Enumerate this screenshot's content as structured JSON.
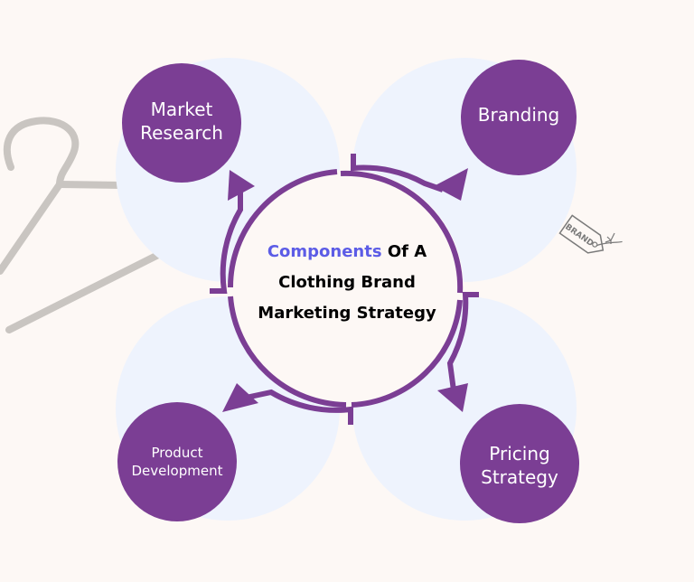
{
  "colors": {
    "background": "#fdf8f5",
    "quadrant_fill": "#eef3fd",
    "node_fill": "#7b3e94",
    "ring_stroke": "#7b3e94",
    "title_accent": "#5c5ce6",
    "title_text": "#000000",
    "decor_stroke": "#c9c5c1"
  },
  "title": {
    "accent": "Components",
    "line1_rest": "Of A",
    "line2": "Clothing Brand",
    "line3": "Marketing Strategy"
  },
  "nodes": [
    {
      "id": "market-research",
      "lines": [
        "Market",
        "Research"
      ]
    },
    {
      "id": "branding",
      "lines": [
        "Branding"
      ]
    },
    {
      "id": "product-development",
      "lines": [
        "Product",
        "Development"
      ]
    },
    {
      "id": "pricing-strategy",
      "lines": [
        "Pricing",
        "Strategy"
      ]
    }
  ],
  "decorations": {
    "hanger_icon": "hanger-icon",
    "tag_icon": "price-tag-icon",
    "tag_text": "BRAND"
  }
}
